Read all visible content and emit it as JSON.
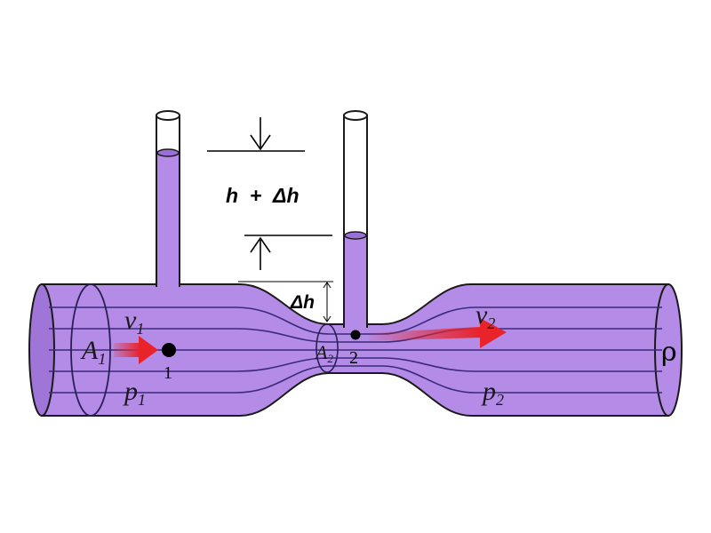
{
  "labels": {
    "height_label": "h  +  Δh",
    "delta_h": "Δh",
    "area1_main": "A",
    "area1_sub": "1",
    "area2_main": "A",
    "area2_sub": "2",
    "velocity1_main": "v",
    "velocity1_sub": "1",
    "velocity2_main": "v",
    "velocity2_sub": "2",
    "pressure1_main": "p",
    "pressure1_sub": "1",
    "pressure2_main": "p",
    "pressure2_sub": "2",
    "point1": "1",
    "point2": "2",
    "density": "ρ"
  },
  "colors": {
    "fluid": "#b48be6",
    "outline": "#1a1a1a",
    "streamline": "#3a2a7a",
    "arrow": "#e8232a"
  }
}
